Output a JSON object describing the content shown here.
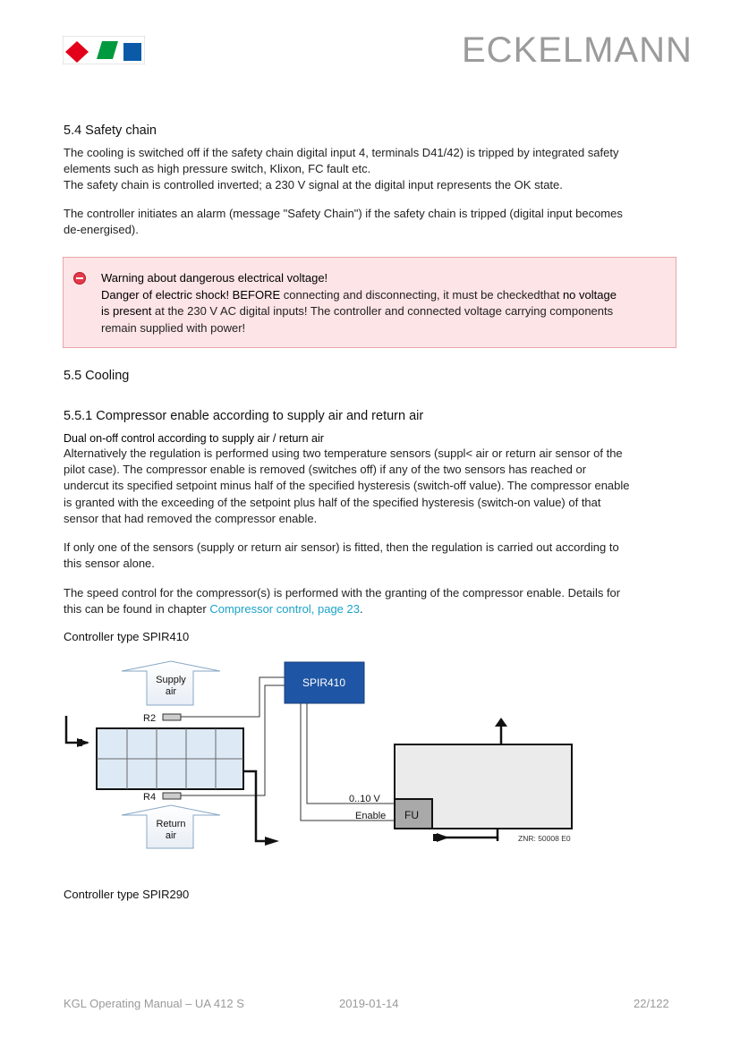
{
  "header": {
    "brand": "ECKELMANN",
    "logo_colors": [
      "#e2001a",
      "#009a3e",
      "#0a5aa8"
    ]
  },
  "section_5_4": {
    "title": "5.4 Safety chain",
    "p1": [
      "The cooling is switched off if the safety chain digital input 4, terminals D41/42) is tripped by integrated safety",
      "elements such as high pressure switch, Klixon, FC fault etc.",
      "The safety chain is controlled inverted; a 230 V signal at the digital input represents the OK state."
    ],
    "p2": [
      "The controller initiates an alarm (message \"Safety Chain\") if the safety chain is tripped (digital input becomes",
      "de-energised)."
    ]
  },
  "warning": {
    "title": "Warning about dangerous electrical voltage!",
    "line2_bold": "Danger of electric shock! BEFORE",
    "line2_rest": " connecting and disconnecting, it must be checkedthat ",
    "line2_bold2": "no voltage",
    "line3_bold": "is present",
    "line3_rest": " at the 230 V AC digital inputs! The controller and connected voltage carrying components",
    "line4": "remain supplied with power!"
  },
  "section_5_5": {
    "title": "5.5 Cooling"
  },
  "section_5_5_1": {
    "title": "5.5.1 Compressor enable according to supply air and return air",
    "subtitle": "Dual on-off control according to supply air / return air",
    "p1": [
      "Alternatively the regulation is performed using two temperature sensors (suppl< air or return air sensor of the",
      "pilot case). The compressor enable is removed (switches off) if any of the two sensors has reached or",
      "undercut its specified setpoint minus half of the specified hysteresis (switch-off value). The compressor enable",
      "is granted with the exceeding of the setpoint plus half of the specified hysteresis (switch-on value) of that",
      "sensor that had removed the compressor enable."
    ],
    "p2": [
      "If only one of the sensors (supply or return air sensor) is fitted, then the regulation is carried out according to",
      "this sensor alone."
    ],
    "p3_line1": "The speed control for the compressor(s) is performed with the granting of the compressor enable. Details for",
    "p3_line2_pre": "this can be found in chapter ",
    "p3_link": "Compressor control, page 23",
    "p3_line2_post": "."
  },
  "diagram": {
    "caption": "Controller type SPIR410",
    "supply_air_line1": "Supply",
    "supply_air_line2": "air",
    "return_air_line1": "Return",
    "return_air_line2": "air",
    "controller_label": "SPIR410",
    "sensor_r2": "R2",
    "sensor_r4": "R4",
    "signal_label": "0..10 V",
    "enable_label": "Enable",
    "fu_label": "FU",
    "znr": "ZNR: 50008 E0",
    "controller_color": "#1f55a5"
  },
  "caption2": "Controller type SPIR290",
  "footer": {
    "left": "KGL Operating Manual – UA 412 S",
    "center": "2019-01-14",
    "right": "22/122"
  }
}
